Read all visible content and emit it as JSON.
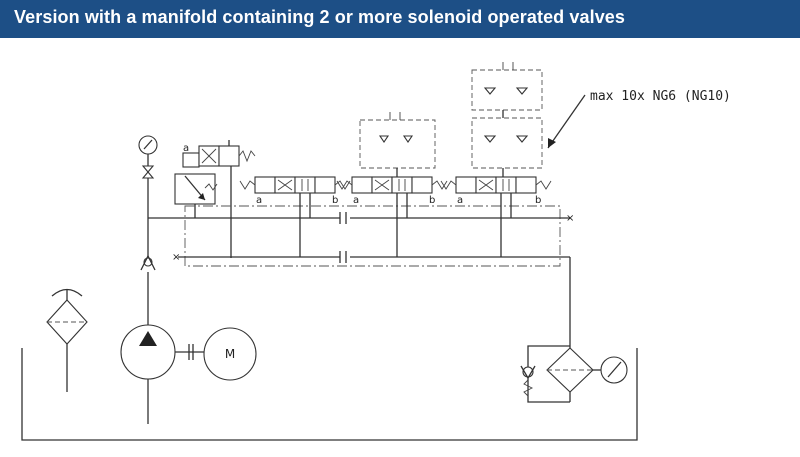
{
  "banner": {
    "title": "Version with a manifold containing 2 or more solenoid operated valves",
    "background": "#1d4f86",
    "text_color": "#ffffff"
  },
  "diagram": {
    "annotation": "max 10x NG6 (NG10)",
    "motor_label": "M",
    "valve_side_labels": {
      "a": "a",
      "b": "b"
    },
    "relief_valve_labels": {
      "a": "a"
    },
    "line_color": "#333333"
  }
}
